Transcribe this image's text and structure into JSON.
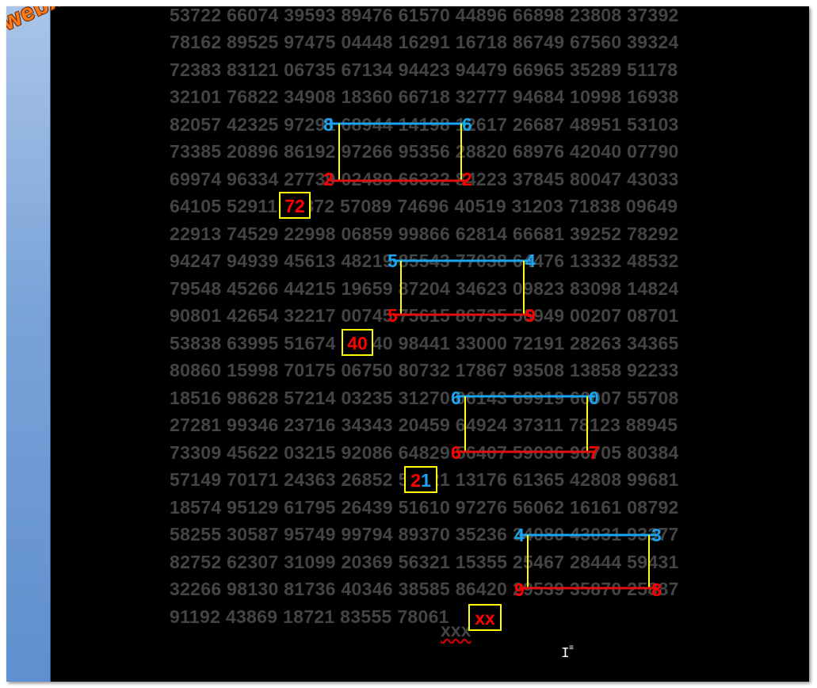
{
  "watermark": "webxoso.net",
  "rows": [
    "53722 66074 39593 89476 61570 44896 66898 23808 37392",
    "78162 89525 97475 04448 16291 16718 86749 67560 39324",
    "72383 83121 06735 67134 94423 94479 66965 35289 51178",
    "32101 76822 34908 18360 66718 32777 94684 10998 16938",
    "82057 42325 97291 68944 14198 12617 26687 48951 53103",
    "73385 20896 86192 97266 95356 28820 68976 42040 07790",
    "69974 96334 27739 02489 66332 84223 37845 80047 43033",
    "64105 52911 00872 57089 74696 40519 31203 71838 09649",
    "22913 74529 22998 06859 99866 62814 66681 39252 78292",
    "94247 94939 45613 48219 85543 77038 64476 13332 48532",
    "79548 45266 44215 19659 87204 34623 09823 83098 14824",
    "90801 42654 32217 00745 75615 86735 56949 00207 08701",
    "53838 63995 51674 81040 98441 33000 72191 28263 34365",
    "80860 15998 70175 06750 80732 17867 93508 13858 92233",
    "18516 98628 57214 03235 31270 06143 69919 60007 55708",
    "27281 99346 23716 34343 20459 64924 37311 78123 88945",
    "73309 45622 03215 92086 64829 56407 59036 96705 80384",
    "57149 70171 24363 26852 54621 13176 61365 42808 99681",
    "18574 95129 61795 26439 51610 97276 56062 16161 08792",
    "58255 30587 95749 99794 89370 35236 34080 43031 93377",
    "82752 62307 31099 20369 56321 15355 25467 28444 59431",
    "32266 98130 81736 40346 38585 86420 29539 35870 25887",
    "91192 43869 18721 83555 78061"
  ],
  "last_row_tail": "xxx",
  "highlights": {
    "h1": "72",
    "h2": "40",
    "h3a": "2",
    "h3b": "1",
    "h4": "xx"
  },
  "markers": {
    "b1_tl": "8",
    "b1_tr": "6",
    "b1_bl": "2",
    "b1_br": "2",
    "b2_tl": "5",
    "b2_tr": "4",
    "b2_bl": "5",
    "b2_br": "9",
    "b3_tl": "6",
    "b3_tr": "0",
    "b3_bl": "6",
    "b3_br": "7",
    "b4_tl": "4",
    "b4_tr": "3",
    "b4_bl": "9",
    "b4_br": "8"
  },
  "colors": {
    "digits": "#444444",
    "blue": "#19a5ef",
    "red": "#ff0000",
    "box": "#ffff00",
    "watermark": "#ff7a1a"
  },
  "cursor_icon": "text-cursor-icon"
}
